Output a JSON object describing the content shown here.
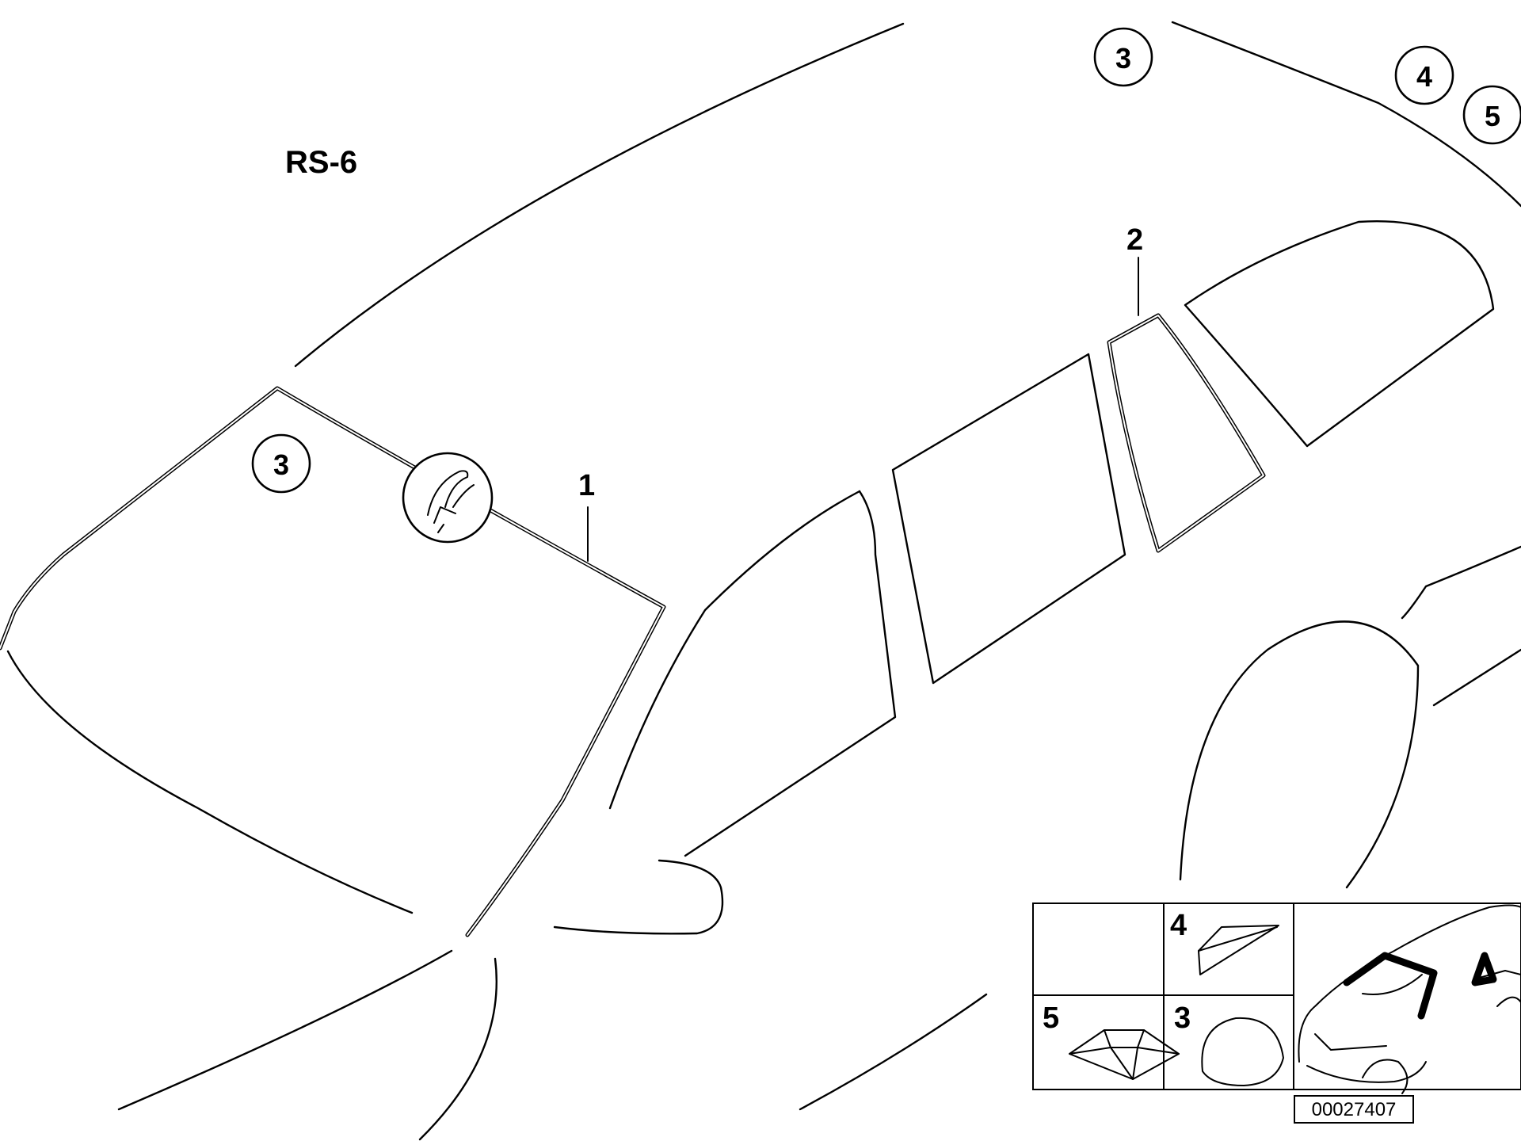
{
  "diagram": {
    "model_label": "RS-6",
    "part_numbers": [
      "1",
      "2",
      "3",
      "4",
      "5"
    ],
    "callout_refs": [
      "3",
      "3",
      "4",
      "5"
    ],
    "detail_panel_labels": {
      "cell_4": "4",
      "cell_5": "5",
      "cell_3": "3"
    },
    "drawing_id": "00027407",
    "icons": [
      "adhesive-clip-icon",
      "car-thumbnail-icon",
      "spacer-block-icon",
      "wedge-spacer-icon",
      "rubber-dome-icon"
    ]
  }
}
